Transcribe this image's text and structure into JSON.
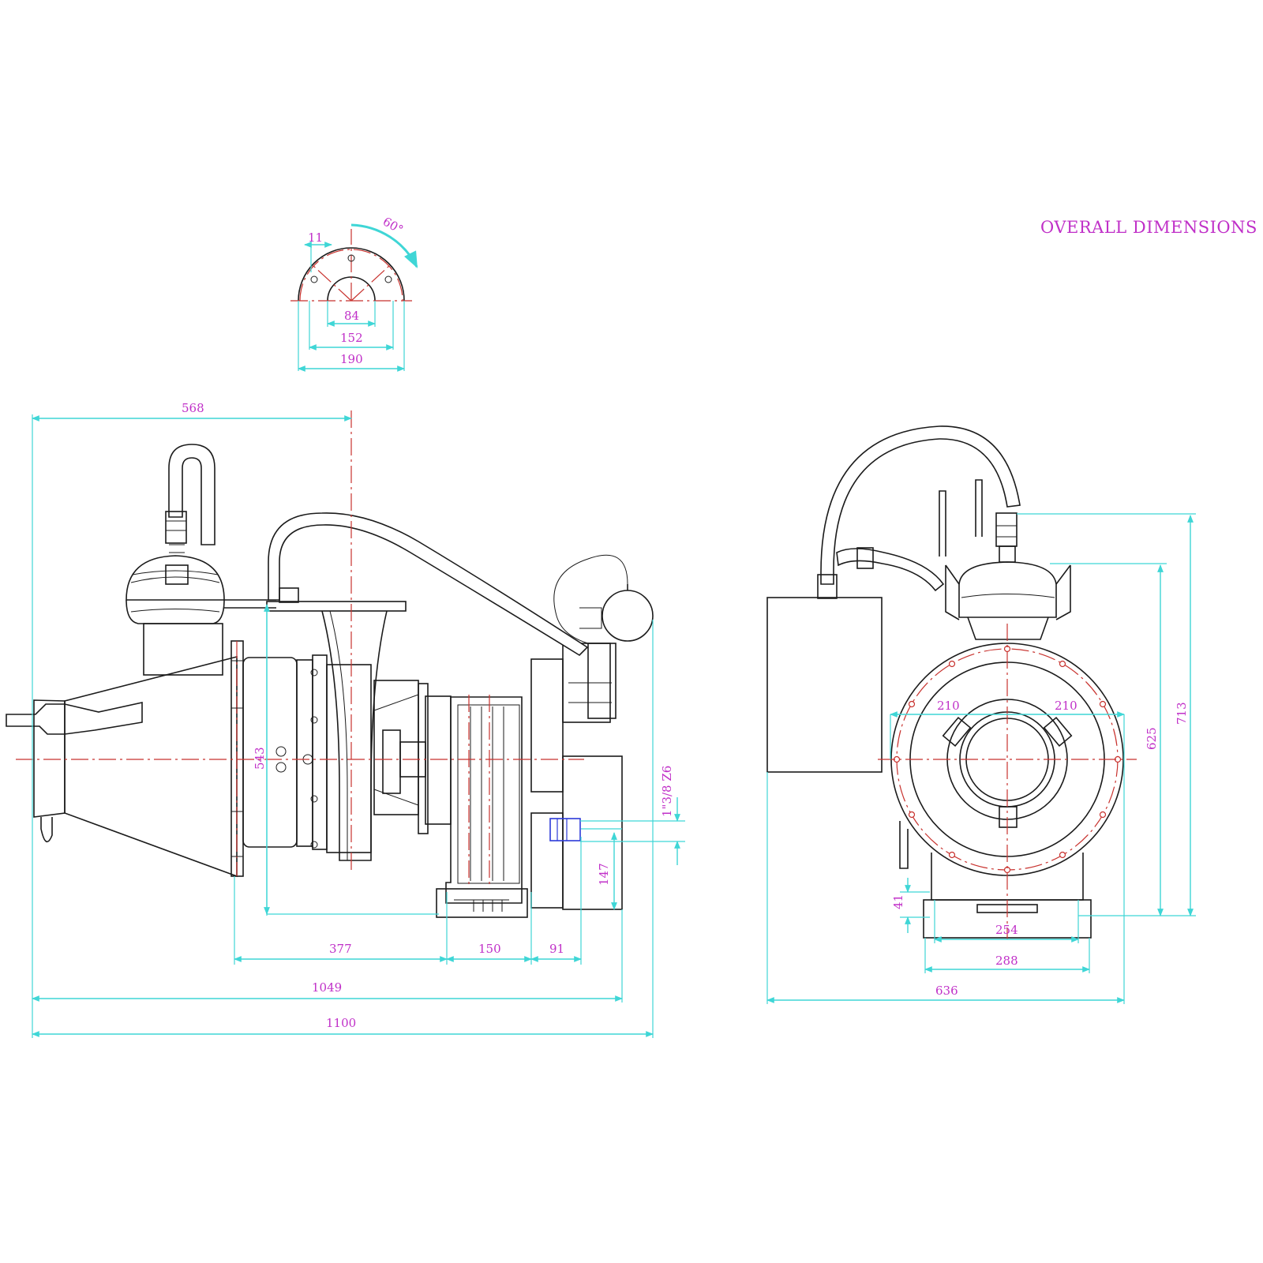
{
  "title": "OVERALL DIMENSIONS",
  "colors": {
    "dimension_line": "#3fd6d6",
    "dimension_text": "#c030c8",
    "centerline": "#c8322e",
    "outline": "#1b1b1b"
  },
  "flange_detail": {
    "angle": "60°",
    "hole_dia": "11",
    "inner_dia": "84",
    "bolt_circle": "152",
    "outer_dia": "190"
  },
  "side_view": {
    "dims": {
      "d568": "568",
      "d543": "543",
      "d377": "377",
      "d150": "150",
      "d91": "91",
      "d147": "147",
      "d1049": "1049",
      "d1100": "1100",
      "thread": "1\"3/8 Z6"
    }
  },
  "front_view": {
    "dims": {
      "d210_left": "210",
      "d210_right": "210",
      "d41": "41",
      "d254": "254",
      "d288": "288",
      "d636": "636",
      "d625": "625",
      "d713": "713"
    }
  }
}
